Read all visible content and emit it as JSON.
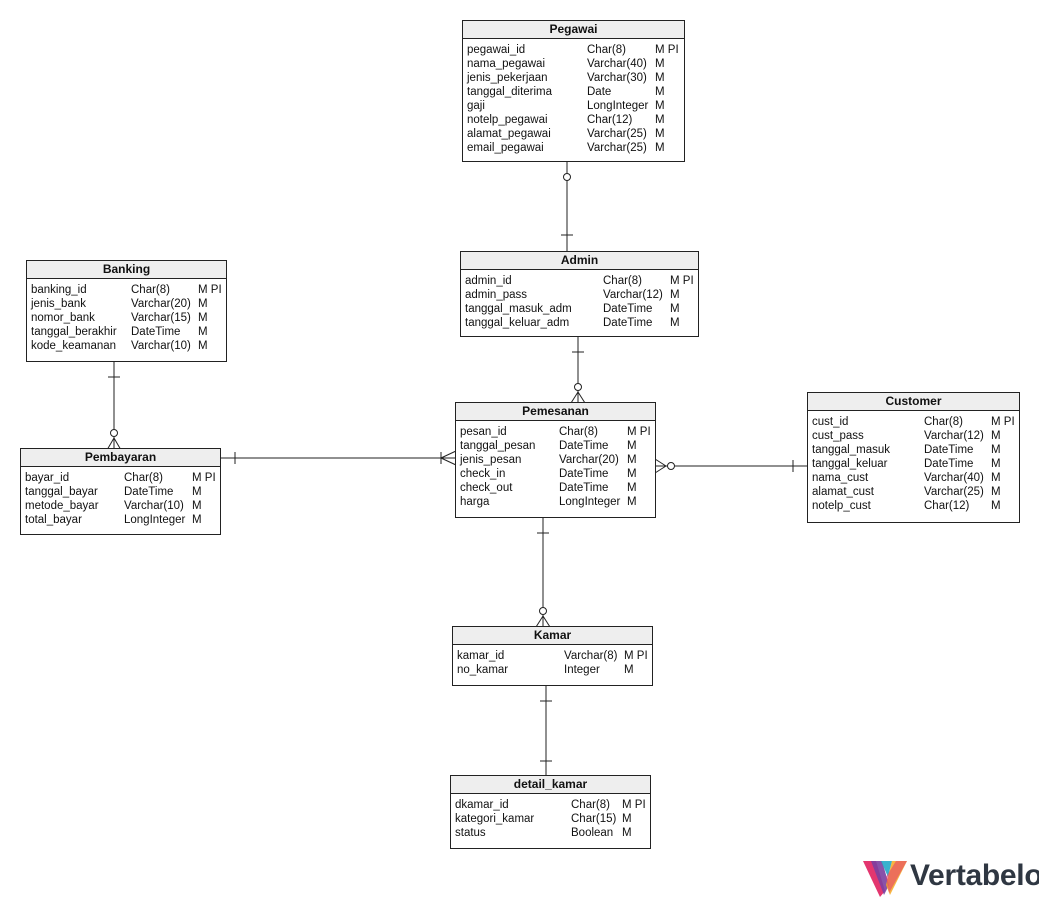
{
  "entities": {
    "pegawai": {
      "name": "Pegawai",
      "columns": [
        {
          "name": "pegawai_id",
          "type": "Char(8)",
          "flags": "M PI"
        },
        {
          "name": "nama_pegawai",
          "type": "Varchar(40)",
          "flags": "M"
        },
        {
          "name": "jenis_pekerjaan",
          "type": "Varchar(30)",
          "flags": "M"
        },
        {
          "name": "tanggal_diterima",
          "type": "Date",
          "flags": "M"
        },
        {
          "name": "gaji",
          "type": "LongInteger",
          "flags": "M"
        },
        {
          "name": "notelp_pegawai",
          "type": "Char(12)",
          "flags": "M"
        },
        {
          "name": "alamat_pegawai",
          "type": "Varchar(25)",
          "flags": "M"
        },
        {
          "name": "email_pegawai",
          "type": "Varchar(25)",
          "flags": "M"
        }
      ]
    },
    "admin": {
      "name": "Admin",
      "columns": [
        {
          "name": "admin_id",
          "type": "Char(8)",
          "flags": "M PI"
        },
        {
          "name": "admin_pass",
          "type": "Varchar(12)",
          "flags": "M"
        },
        {
          "name": "tanggal_masuk_adm",
          "type": "DateTime",
          "flags": "M"
        },
        {
          "name": "tanggal_keluar_adm",
          "type": "DateTime",
          "flags": "M"
        }
      ]
    },
    "banking": {
      "name": "Banking",
      "columns": [
        {
          "name": "banking_id",
          "type": "Char(8)",
          "flags": "M PI"
        },
        {
          "name": "jenis_bank",
          "type": "Varchar(20)",
          "flags": "M"
        },
        {
          "name": "nomor_bank",
          "type": "Varchar(15)",
          "flags": "M"
        },
        {
          "name": "tanggal_berakhir",
          "type": "DateTime",
          "flags": "M"
        },
        {
          "name": "kode_keamanan",
          "type": "Varchar(10)",
          "flags": "M"
        }
      ]
    },
    "pemesanan": {
      "name": "Pemesanan",
      "columns": [
        {
          "name": "pesan_id",
          "type": "Char(8)",
          "flags": "M PI"
        },
        {
          "name": "tanggal_pesan",
          "type": "DateTime",
          "flags": "M"
        },
        {
          "name": "jenis_pesan",
          "type": "Varchar(20)",
          "flags": "M"
        },
        {
          "name": "check_in",
          "type": "DateTime",
          "flags": "M"
        },
        {
          "name": "check_out",
          "type": "DateTime",
          "flags": "M"
        },
        {
          "name": "harga",
          "type": "LongInteger",
          "flags": "M"
        }
      ]
    },
    "customer": {
      "name": "Customer",
      "columns": [
        {
          "name": "cust_id",
          "type": "Char(8)",
          "flags": "M PI"
        },
        {
          "name": "cust_pass",
          "type": "Varchar(12)",
          "flags": "M"
        },
        {
          "name": "tanggal_masuk",
          "type": "DateTime",
          "flags": "M"
        },
        {
          "name": "tanggal_keluar",
          "type": "DateTime",
          "flags": "M"
        },
        {
          "name": "nama_cust",
          "type": "Varchar(40)",
          "flags": "M"
        },
        {
          "name": "alamat_cust",
          "type": "Varchar(25)",
          "flags": "M"
        },
        {
          "name": "notelp_cust",
          "type": "Char(12)",
          "flags": "M"
        }
      ]
    },
    "pembayaran": {
      "name": "Pembayaran",
      "columns": [
        {
          "name": "bayar_id",
          "type": "Char(8)",
          "flags": "M PI"
        },
        {
          "name": "tanggal_bayar",
          "type": "DateTime",
          "flags": "M"
        },
        {
          "name": "metode_bayar",
          "type": "Varchar(10)",
          "flags": "M"
        },
        {
          "name": "total_bayar",
          "type": "LongInteger",
          "flags": "M"
        }
      ]
    },
    "kamar": {
      "name": "Kamar",
      "columns": [
        {
          "name": "kamar_id",
          "type": "Varchar(8)",
          "flags": "M PI"
        },
        {
          "name": "no_kamar",
          "type": "Integer",
          "flags": "M"
        }
      ]
    },
    "detail_kamar": {
      "name": "detail_kamar",
      "columns": [
        {
          "name": "dkamar_id",
          "type": "Char(8)",
          "flags": "M PI"
        },
        {
          "name": "kategori_kamar",
          "type": "Char(15)",
          "flags": "M"
        },
        {
          "name": "status",
          "type": "Boolean",
          "flags": "M"
        }
      ]
    }
  },
  "relationships": [
    {
      "from": "pegawai",
      "from_end": "one-optional",
      "to": "admin",
      "to_end": "one"
    },
    {
      "from": "admin",
      "from_end": "one",
      "to": "pemesanan",
      "to_end": "many-optional"
    },
    {
      "from": "banking",
      "from_end": "one",
      "to": "pembayaran",
      "to_end": "many-optional"
    },
    {
      "from": "pembayaran",
      "from_end": "one",
      "to": "pemesanan",
      "to_end": "many"
    },
    {
      "from": "customer",
      "from_end": "one",
      "to": "pemesanan",
      "to_end": "many-optional"
    },
    {
      "from": "pemesanan",
      "from_end": "one",
      "to": "kamar",
      "to_end": "many-optional"
    },
    {
      "from": "kamar",
      "from_end": "one",
      "to": "detail_kamar",
      "to_end": "one"
    }
  ],
  "brand": {
    "name": "Vertabelo",
    "colors": [
      "#e3366f",
      "#7b3fa0",
      "#22a9c9",
      "#f6a821"
    ]
  }
}
